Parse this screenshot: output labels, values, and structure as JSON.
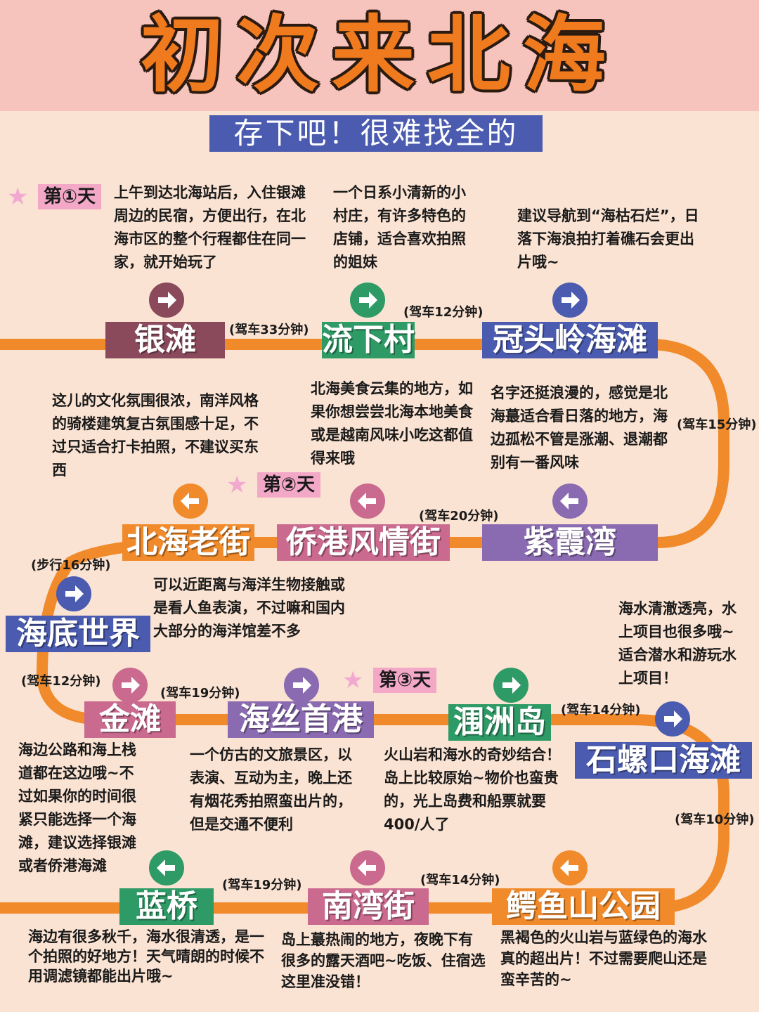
{
  "title": "初次来北海",
  "subtitle": "存下吧！很难找全的",
  "days": {
    "d1": "第①天",
    "d2": "第②天",
    "d3": "第③天"
  },
  "star": "★",
  "places": {
    "yintan": "银滩",
    "liuxia": "流下村",
    "guantou": "冠头岭海滩",
    "zixia": "紫霞湾",
    "qiaogang": "侨港风情街",
    "laojie": "北海老街",
    "haidi": "海底世界",
    "jintan": "金滩",
    "haisi": "海丝首港",
    "weizhou": "涠洲岛",
    "shiluokou": "石螺口海滩",
    "eyushan": "鳄鱼山公园",
    "nanwan": "南湾街",
    "lanqiao": "蓝桥"
  },
  "drives": {
    "d1": "(驾车33分钟)",
    "d2": "(驾车12分钟)",
    "d3": "(驾车15分钟)",
    "d4": "(驾车20分钟)",
    "d5": "(步行16分钟)",
    "d6": "(驾车12分钟)",
    "d7": "(驾车19分钟)",
    "d8": "(驾车14分钟)",
    "d9": "(驾车10分钟)",
    "d10": "(驾车14分钟)",
    "d11": "(驾车19分钟)"
  },
  "descs": {
    "yintan": "上午到达北海站后，入住银滩周边的民宿，方便出行，在北海市区的整个行程都住在同一家，就开始玩了",
    "liuxia": "一个日系小清新的小村庄，有许多特色的店铺，适合喜欢拍照的姐妹",
    "guantou": "建议导航到“海枯石烂”，日落下海浪拍打着礁石会更出片哦~",
    "laojie": "这儿的文化氛围很浓，南洋风格的骑楼建筑复古氛围感十足，不过只适合打卡拍照，不建议买东西",
    "qiaogang": "北海美食云集的地方，如果你想尝尝北海本地美食或是越南风味小吃这都值得来哦",
    "zixia": "名字还挺浪漫的，感觉是北海蕞适合看日落的地方，海边孤松不管是涨潮、退潮都别有一番风味",
    "haidi": "可以近距离与海洋生物接触或是看人鱼表演，不过嘛和国内大部分的海洋馆差不多",
    "shiluokou": "海水清澈透亮，水上项目也很多哦~适合潜水和游玩水上项目！",
    "jintan": "海边公路和海上栈道都在这边哦~不过如果你的时间很紧只能选择一个海滩，建议选择银滩或者侨港海滩",
    "haisi": "一个仿古的文旅景区，以表演、互动为主，晚上还有烟花秀拍照蛮出片的，但是交通不便利",
    "weizhou": "火山岩和海水的奇妙结合！岛上比较原始~物价也蛮贵的，光上岛费和船票就要400/人了",
    "lanqiao": "海边有很多秋千，海水很清透，是一个拍照的好地方！天气晴朗的时候不用调滤镜都能出片哦~",
    "nanwan": "岛上蕞热闹的地方，夜晚下有很多的露天酒吧~吃饭、住宿选这里准没错！",
    "eyushan": "黑褐色的火山岩与蓝绿色的海水真的超出片！不过需要爬山还是蛮辛苦的~"
  },
  "colors": {
    "route": "#f08a2a",
    "yintan": "#8a4a5c",
    "liuxia": "#2e9a66",
    "guantou": "#4a5bb0",
    "zixia": "#8a6ab0",
    "qiaogang": "#c96a8e",
    "laojie": "#f08a2a",
    "haidi": "#4a5bb0",
    "jintan": "#c96a8e",
    "haisi": "#8a6ab0",
    "weizhou": "#2e9a66",
    "shiluokou": "#4a5bb0",
    "eyushan": "#f08a2a",
    "nanwan": "#c96a8e",
    "lanqiao": "#2e9a66"
  }
}
